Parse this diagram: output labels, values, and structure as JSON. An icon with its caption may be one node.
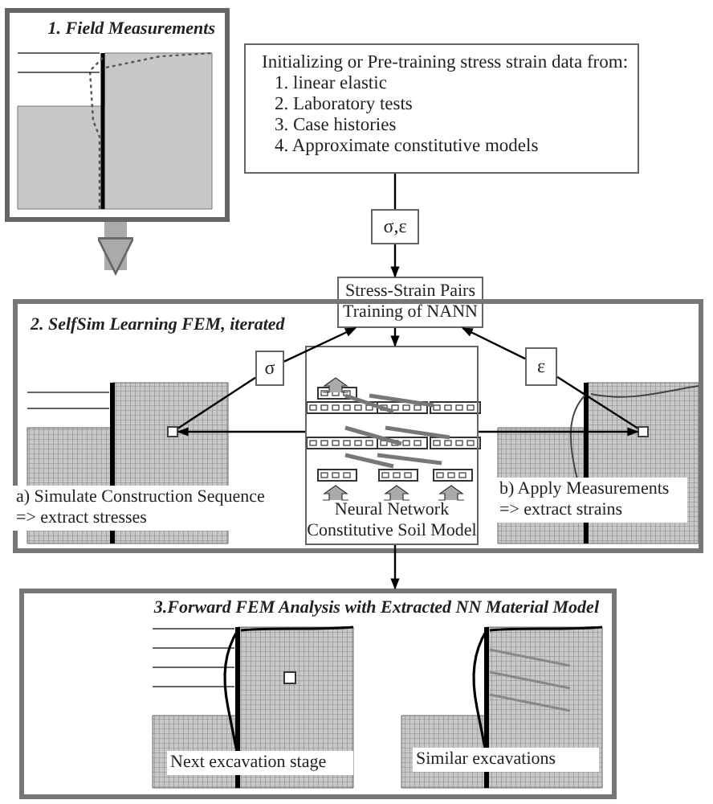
{
  "diagram": {
    "nodes": [
      {
        "text": [
          "1. Field Measurements"
        ]
      },
      {
        "text": [
          "Initializing or Pre-training stress strain data from:",
          "1. linear elastic",
          "2. Laboratory tests",
          "3. Case histories",
          "4. Approximate constitutive models"
        ]
      },
      {
        "text": [
          "σ,ε"
        ]
      },
      {
        "text": [
          "Stress-Strain Pairs Training of NANN"
        ]
      },
      {
        "text": [
          "2. SelfSim Learning FEM, iterated"
        ]
      },
      {
        "text": [
          "σ"
        ],
        "in": 4
      },
      {
        "text": [
          "ε"
        ],
        "in": 4
      },
      {
        "text": [
          "Neural Network Constitutive Soil Model"
        ],
        "in": 4
      },
      {
        "text": [],
        "shape": "box",
        "in": 4
      },
      {
        "text": [],
        "shape": "box",
        "in": 4
      },
      {
        "text": [
          "3.Forward FEM Analysis with Extracted NN Material Model"
        ]
      }
    ],
    "edges": [
      {
        "from": 0,
        "to": 4,
        "arrow": "to",
        "style": "thick",
        "color": "#aaaaaa"
      },
      {
        "from": 1,
        "to": 2,
        "arrow": "none"
      },
      {
        "from": 2,
        "to": 3,
        "arrow": "to"
      },
      {
        "from": 3,
        "to": 7,
        "arrow": "to"
      },
      {
        "from": 7,
        "to": 8,
        "arrow": "to"
      },
      {
        "from": 7,
        "to": 9,
        "arrow": "to"
      },
      {
        "from": 8,
        "to": 5,
        "arrow": "none"
      },
      {
        "from": 5,
        "to": 3,
        "arrow": "to"
      },
      {
        "from": 9,
        "to": 6,
        "arrow": "none"
      },
      {
        "from": 6,
        "to": 3,
        "arrow": "to"
      },
      {
        "from": 7,
        "to": 10,
        "arrow": "to"
      }
    ],
    "labels": [
      "a) Simulate Construction Sequence => extract stresses",
      "b) Apply Measurements => extract strains",
      "Next excavation stage",
      "Similar excavations"
    ]
  }
}
